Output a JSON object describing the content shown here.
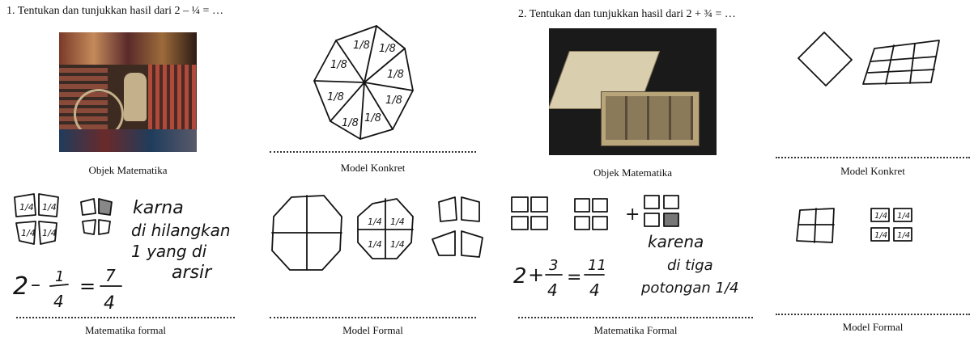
{
  "left": {
    "question": "1.  Tentukan dan tunjukkan hasil dari 2 – ¼ = …",
    "captions": {
      "object": "Objek Matematika",
      "concrete": "Model Konkret",
      "formal_math": "Matematika formal",
      "formal_model": "Model  Formal"
    },
    "photo": {
      "colors": [
        "#7a3a2a",
        "#3d2b22",
        "#c4b08a",
        "#1f3c5c"
      ]
    },
    "octagon_labels": [
      "1/8",
      "1/8",
      "1/8",
      "1/8",
      "1/8",
      "1/8",
      "1/8",
      "1/8"
    ],
    "hand_note": [
      "karna",
      "di hilangkan",
      "1 yang di",
      "arsir"
    ],
    "hand_equation": {
      "whole": "2",
      "minus": "–",
      "frac_num": "1",
      "frac_den": "4",
      "equals": "=",
      "res_num": "7",
      "res_den": "4"
    },
    "quarter_labels": [
      "1/4",
      "1/4",
      "1/4",
      "1/4"
    ]
  },
  "right": {
    "question": "2.  Tentukan dan tunjukkan hasil dari 2 + ¾ = …",
    "captions": {
      "object": "Objek Matematika",
      "concrete": "Model Konkret",
      "formal_math": "Matematika Formal",
      "formal_model": "Model Formal"
    },
    "photo": {
      "colors": [
        "#d9cfae",
        "#b8a67a",
        "#8a7a5a",
        "#5a4a3a"
      ]
    },
    "hand_note": [
      "karena",
      "di tiga",
      "potongan 1/4"
    ],
    "hand_equation": {
      "whole": "2",
      "plus": "+",
      "frac_num": "3",
      "frac_den": "4",
      "equals": "=",
      "res_num": "11",
      "res_den": "4"
    },
    "quarter_labels": [
      "1/4",
      "1/4",
      "1/4",
      "1/4"
    ]
  }
}
